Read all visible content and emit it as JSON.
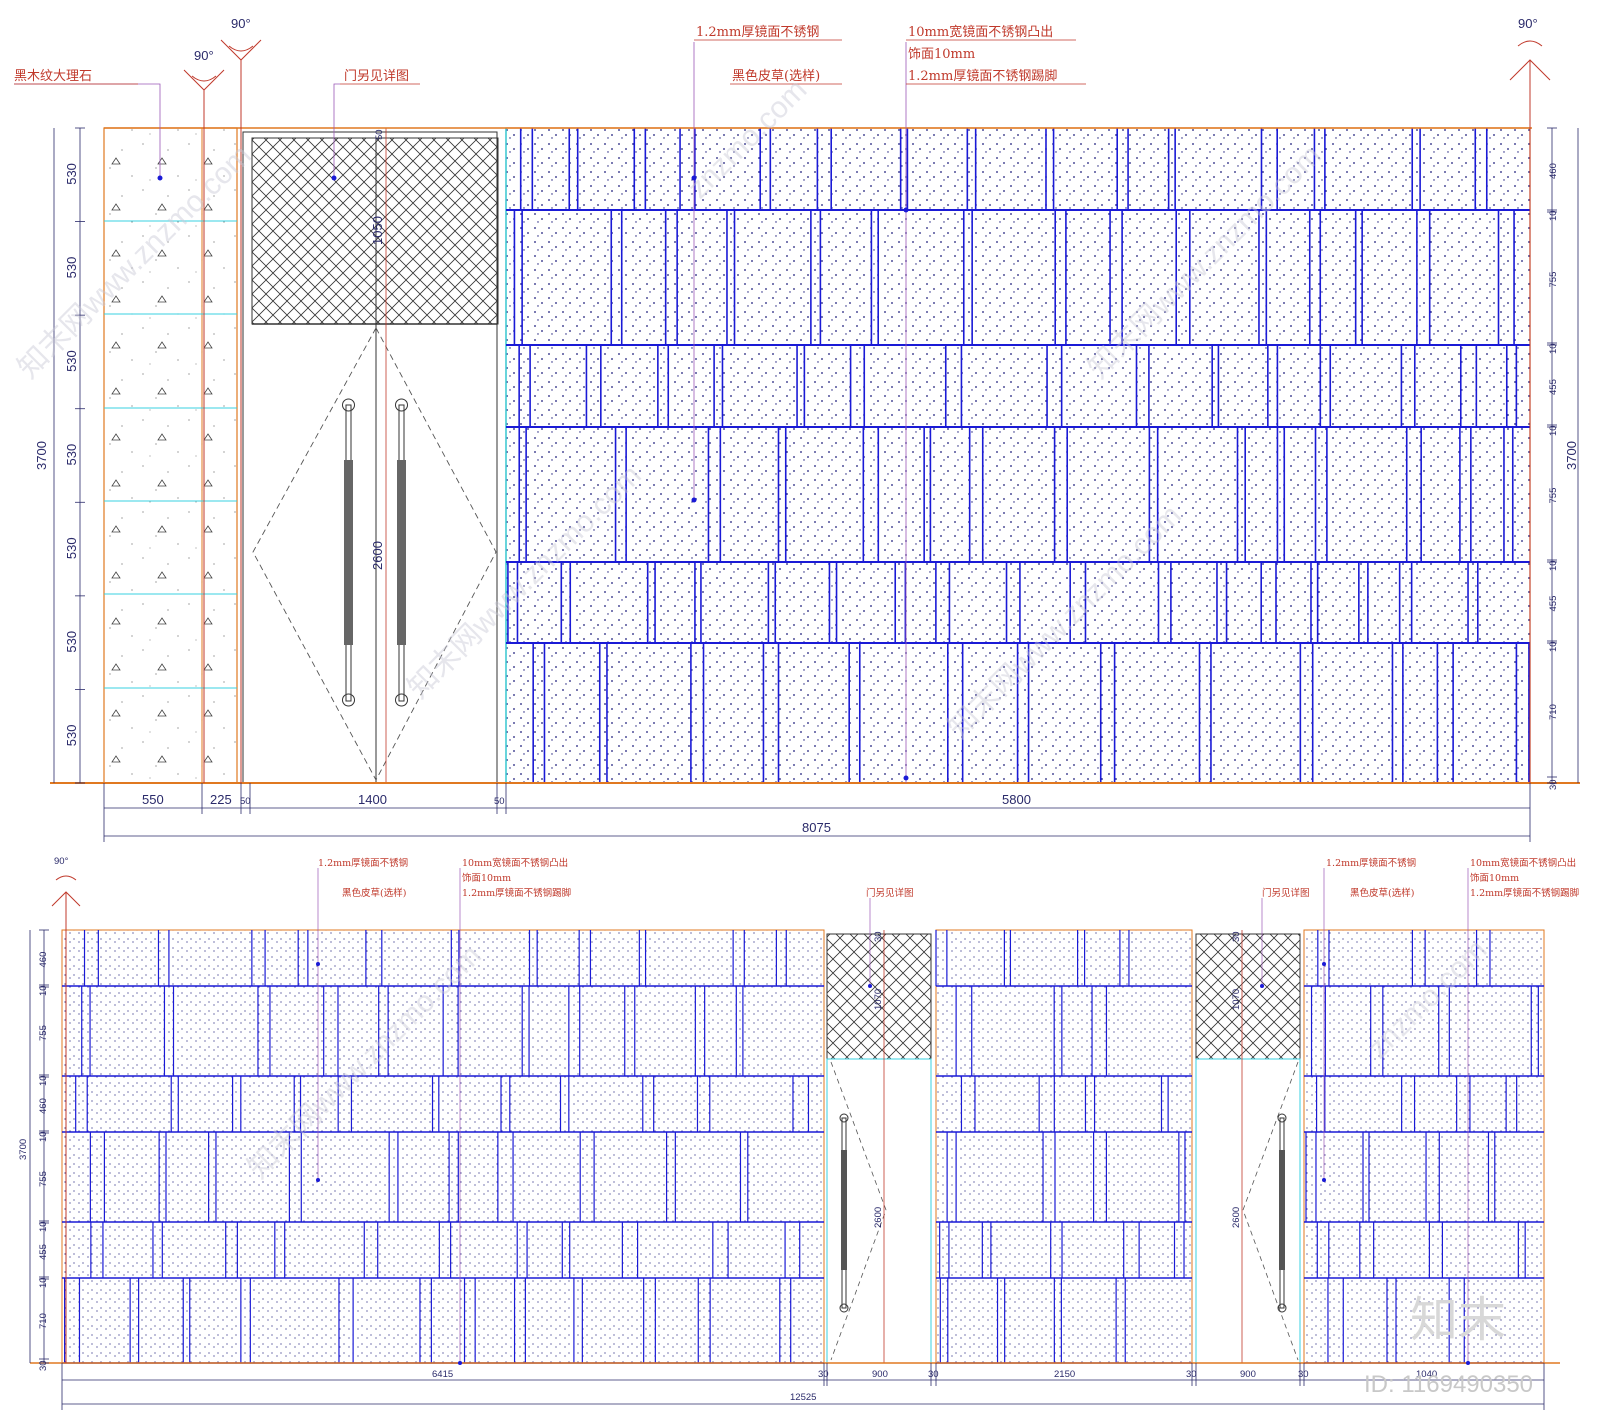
{
  "colors": {
    "frame": "#e07820",
    "panel": "#1a1ad6",
    "cyan": "#38d0e0",
    "text_red": "#c0392b",
    "dim": "#2a2a6a"
  },
  "elevation_top": {
    "labels": {
      "marble": "黑木纹大理石",
      "door_ref": "门另见详图",
      "steel_12": "1.2mm厚镜面不锈钢",
      "leather": "黑色皮草(选样)",
      "steel_10": "10mm宽镜面不锈钢凸出",
      "face_10": "饰面10mm",
      "kick_12": "1.2mm厚镜面不锈钢踢脚"
    },
    "angles": [
      "90°",
      "90°",
      "90°"
    ],
    "left_dims": [
      "530",
      "530",
      "530",
      "530",
      "530",
      "530",
      "530"
    ],
    "left_total": "3700",
    "right_dims": [
      "460",
      "10",
      "755",
      "10",
      "455",
      "10",
      "755",
      "10",
      "455",
      "10",
      "710",
      "30"
    ],
    "right_total": "3700",
    "door_dims": [
      "50",
      "1050",
      "2600"
    ],
    "bottom_dims": [
      "550",
      "225",
      "50",
      "1400",
      "50",
      "5800"
    ],
    "bottom_total": "8075"
  },
  "elevation_bottom": {
    "labels": {
      "steel_12_a": "1.2mm厚镜面不锈钢",
      "leather_a": "黑色皮草(选样)",
      "steel_10_a": "10mm宽镜面不锈钢凸出",
      "face_10_a": "饰面10mm",
      "kick_12_a": "1.2mm厚镜面不锈钢踢脚",
      "door_ref_a": "门另见详图",
      "door_ref_b": "门另见详图",
      "steel_12_b": "1.2mm厚镜面不锈钢",
      "leather_b": "黑色皮草(选样)",
      "steel_10_b": "10mm宽镜面不锈钢凸出",
      "face_10_b": "饰面10mm",
      "kick_12_b": "1.2mm厚镜面不锈钢踢脚"
    },
    "angle": "90°",
    "left_dims": [
      "460",
      "10",
      "755",
      "10",
      "460",
      "10",
      "755",
      "10",
      "455",
      "10",
      "710",
      "30"
    ],
    "left_total": "3700",
    "door_dims": [
      "30",
      "1070",
      "2600",
      "30",
      "1070",
      "2600"
    ],
    "bottom_dims": [
      "6415",
      "30",
      "900",
      "30",
      "2150",
      "30",
      "900",
      "30",
      "1040"
    ],
    "bottom_total": "12525"
  },
  "watermarks": [
    "知末网www.znzmo.com",
    "znzmo.com"
  ],
  "brand": "知末",
  "id_text": "ID: 1169490350"
}
